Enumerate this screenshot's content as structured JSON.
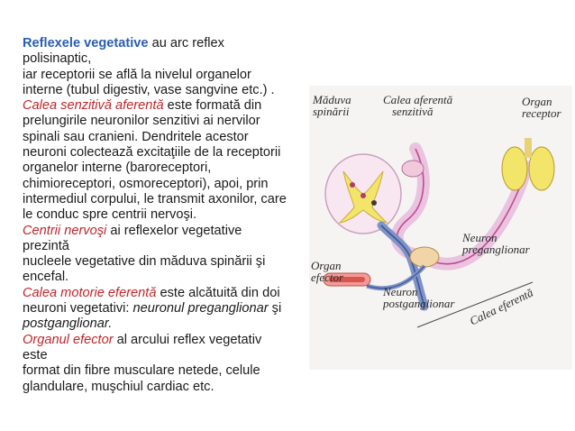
{
  "paragraphs": {
    "p1": {
      "title": "Reflexele vegetative",
      "rest_line1": " au arc reflex",
      "line2": "polisinaptic,",
      "line3": "iar receptorii se află la nivelul organelor",
      "line4": "interne (tubul digestiv, vase sangvine etc.) ."
    },
    "p2": {
      "title": "Calea senzitivă aferentă",
      "rest_line1": " este formată din",
      "line2": "prelungirile neuronilor senzitivi ai nervilor",
      "line3": "spinali sau cranieni. Dendritele acestor",
      "line4": "neuroni colectează excitaţiile de la receptorii",
      "line5": "organelor interne (baroreceptori,",
      "line6": "chimioreceptori, osmoreceptori), apoi, prin",
      "line7": "intermediul corpului, le transmit axonilor, care",
      "line8": "le conduc spre centrii nervoşi."
    },
    "p3": {
      "title": "Centrii nervoşi",
      "rest_line1": " ai reflexelor vegetative",
      "line2": "prezintă",
      "line3": "nucleele vegetative din măduva spinării şi",
      "line4": "encefal."
    },
    "p4": {
      "title": "Calea motorie eferentă",
      "rest_line1": " este alcătuită din doi",
      "line2_start": "neuroni vegetativi: ",
      "line2_italic": "neuronul preganglionar",
      "line2_end": " şi",
      "line3": "postganglionar."
    },
    "p5": {
      "title": "Organul efector",
      "rest_line1": " al arcului reflex vegetativ",
      "line2": "este",
      "line3": "format din fibre musculare netede, celule",
      "line4": "glandulare, muşchiul cardiac etc."
    }
  },
  "figure": {
    "labels": {
      "spinal_cord": [
        "Măduva",
        "spinării"
      ],
      "afferent": [
        "Calea aferentă",
        "senzitivă"
      ],
      "receptor_organ": [
        "Organ",
        "receptor"
      ],
      "effector_organ": [
        "Organ",
        "efector"
      ],
      "preganglionic": [
        "Neuron",
        "preganglionar"
      ],
      "postganglionic": [
        "Neuron",
        "postganglionar"
      ],
      "efferent": "Calea eferentă"
    }
  },
  "colors": {
    "title_blue": "#2a5db0",
    "title_red": "#c0262b",
    "afferent_nerve": "#d9b8d6",
    "efferent_nerve": "#7f93c4",
    "spinal_grey": "#f1c9dd",
    "organ_yellow": "#f3e46a"
  }
}
